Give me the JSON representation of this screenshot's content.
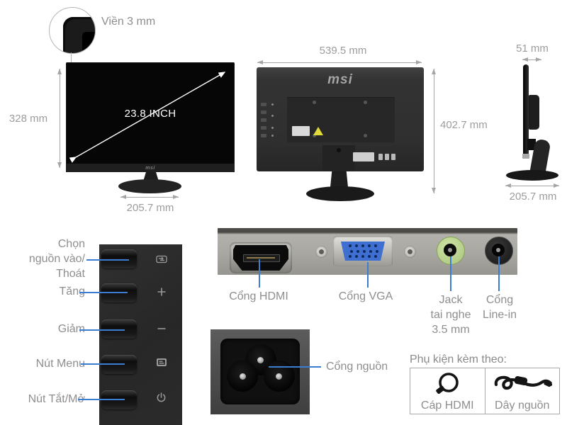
{
  "bezel_callout": {
    "label": "Viền 3 mm"
  },
  "front_view": {
    "height": "328 mm",
    "diagonal": "23.8 INCH",
    "base_width": "205.7 mm",
    "brand": "msi"
  },
  "back_view": {
    "width": "539.5 mm",
    "height": "402.7 mm",
    "brand": "msi"
  },
  "side_view": {
    "depth": "51 mm",
    "base_depth": "205.7 mm"
  },
  "control_buttons": {
    "items": [
      {
        "label": "Chọn\nnguồn vào/\nThoát",
        "icon": "input-select-icon"
      },
      {
        "label": "Tăng",
        "icon": "plus-icon"
      },
      {
        "label": "Giảm",
        "icon": "minus-icon"
      },
      {
        "label": "Nút Menu",
        "icon": "menu-icon"
      },
      {
        "label": "Nút Tắt/Mở",
        "icon": "power-icon"
      }
    ]
  },
  "ports": {
    "hdmi": "Cổng HDMI",
    "vga": "Cổng VGA",
    "headphone_jack": "Jack\ntai nghe\n3.5 mm",
    "line_in": "Cổng\nLine-in"
  },
  "power_port": {
    "label": "Cổng nguồn"
  },
  "accessories": {
    "title": "Phụ kiện kèm theo:",
    "items": [
      {
        "label": "Cáp HDMI",
        "icon": "hdmi-cable-icon"
      },
      {
        "label": "Dây nguồn",
        "icon": "power-cable-icon"
      }
    ]
  },
  "colors": {
    "leader_blue": "#3a7dd2",
    "label_gray": "#8e8e8e",
    "dimension_gray": "#9c9c9c",
    "vga_blue": "#3f6fd0",
    "headphone_green": "#b9d48f",
    "warning_yellow": "#e0da3a"
  }
}
